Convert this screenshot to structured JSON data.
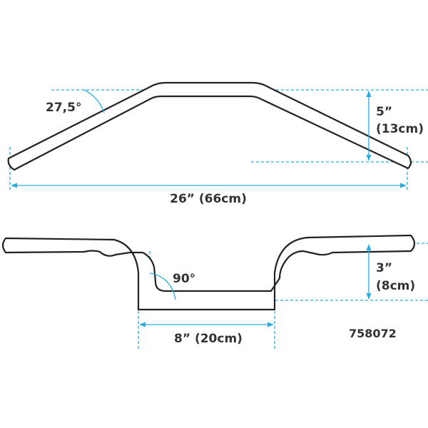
{
  "top_view": {
    "angle_label": "27,5°",
    "rise_inch_label": "5”",
    "rise_cm_label": "(13cm)",
    "width_label": "26” (66cm)"
  },
  "side_view": {
    "angle_label": "90°",
    "rise_inch_label": "3”",
    "rise_cm_label": "(8cm)",
    "width_label": "8” (20cm)"
  },
  "part_number": "758072",
  "colors": {
    "dimension_lines": "#27aee0",
    "outline": "#222222",
    "text": "#333333"
  }
}
